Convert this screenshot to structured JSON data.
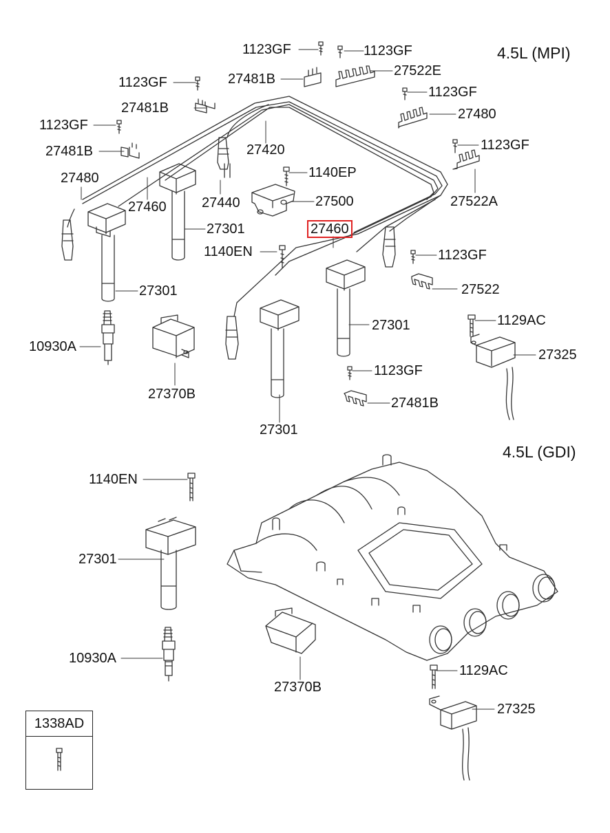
{
  "sections": {
    "mpi": "4.5L (MPI)",
    "gdi": "4.5L (GDI)"
  },
  "labels": {
    "l01": "1123GF",
    "l02": "1123GF",
    "l03": "27481B",
    "l04": "27522E",
    "l05": "1123GF",
    "l06": "1123GF",
    "l07": "27481B",
    "l08": "27480",
    "l09": "1123GF",
    "l10": "1123GF",
    "l11": "27420",
    "l12": "27481B",
    "l13": "1140EP",
    "l14": "27480",
    "l15": "27440",
    "l16": "27500",
    "l17": "27522A",
    "l18": "27460",
    "l19": "27301",
    "l20": "27460",
    "l21": "1140EN",
    "l22": "1123GF",
    "l23": "27301",
    "l24": "27522",
    "l25": "1129AC",
    "l26": "27301",
    "l27": "10930A",
    "l28": "27325",
    "l29": "1123GF",
    "l30": "27370B",
    "l31": "27481B",
    "l32": "27301",
    "l33": "1140EN",
    "l34": "27301",
    "l35": "10930A",
    "l36": "1129AC",
    "l37": "27370B",
    "l38": "27325"
  },
  "legend": {
    "title": "1338AD"
  },
  "colors": {
    "line": "#333333",
    "highlight": "#e02020",
    "background": "#ffffff"
  }
}
